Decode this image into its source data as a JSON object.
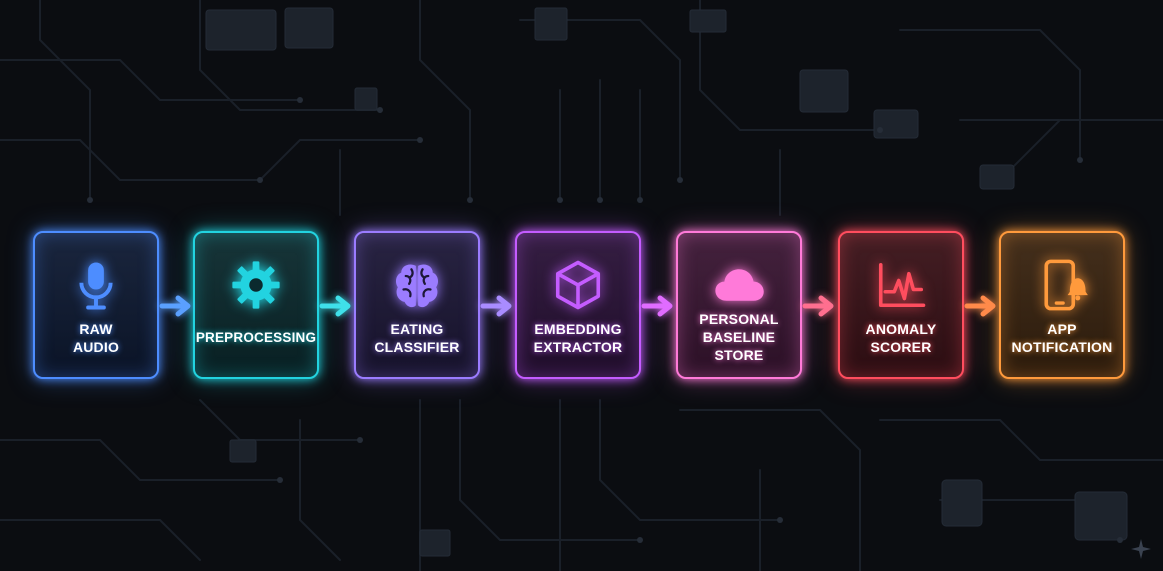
{
  "nodes": [
    {
      "id": "raw-audio",
      "lines": [
        "RAW",
        "AUDIO"
      ],
      "icon": "microphone-icon",
      "color": "#4d8dff"
    },
    {
      "id": "preprocessing",
      "lines": [
        "PREPROCESSING"
      ],
      "icon": "gear-icon",
      "color": "#22d3e0"
    },
    {
      "id": "eating-classifier",
      "lines": [
        "EATING",
        "CLASSIFIER"
      ],
      "icon": "brain-icon",
      "color": "#9b7cff"
    },
    {
      "id": "embedding-extractor",
      "lines": [
        "EMBEDDING",
        "EXTRACTOR"
      ],
      "icon": "cube-icon",
      "color": "#c45cff"
    },
    {
      "id": "personal-baseline-store",
      "lines": [
        "PERSONAL",
        "BASELINE",
        "STORE"
      ],
      "icon": "cloud-icon",
      "color": "#ff7ad9"
    },
    {
      "id": "anomaly-scorer",
      "lines": [
        "ANOMALY",
        "SCORER"
      ],
      "icon": "pulse-chart-icon",
      "color": "#ff4d5e"
    },
    {
      "id": "app-notification",
      "lines": [
        "APP",
        "NOTIFICATION"
      ],
      "icon": "phone-bell-icon",
      "color": "#ff9a3c"
    }
  ],
  "arrows": [
    {
      "from": "raw-audio",
      "to": "preprocessing",
      "color": "#5aa0ff"
    },
    {
      "from": "preprocessing",
      "to": "eating-classifier",
      "color": "#3fe0ea"
    },
    {
      "from": "eating-classifier",
      "to": "embedding-extractor",
      "color": "#a98cff"
    },
    {
      "from": "embedding-extractor",
      "to": "personal-baseline-store",
      "color": "#e06cff"
    },
    {
      "from": "personal-baseline-store",
      "to": "anomaly-scorer",
      "color": "#ff6f8f"
    },
    {
      "from": "anomaly-scorer",
      "to": "app-notification",
      "color": "#ff8a4a"
    }
  ],
  "background": {
    "color": "#0b0d11",
    "trace_color": "#1c222b"
  },
  "decorations": {
    "corner_icon": "sparkle-icon"
  }
}
